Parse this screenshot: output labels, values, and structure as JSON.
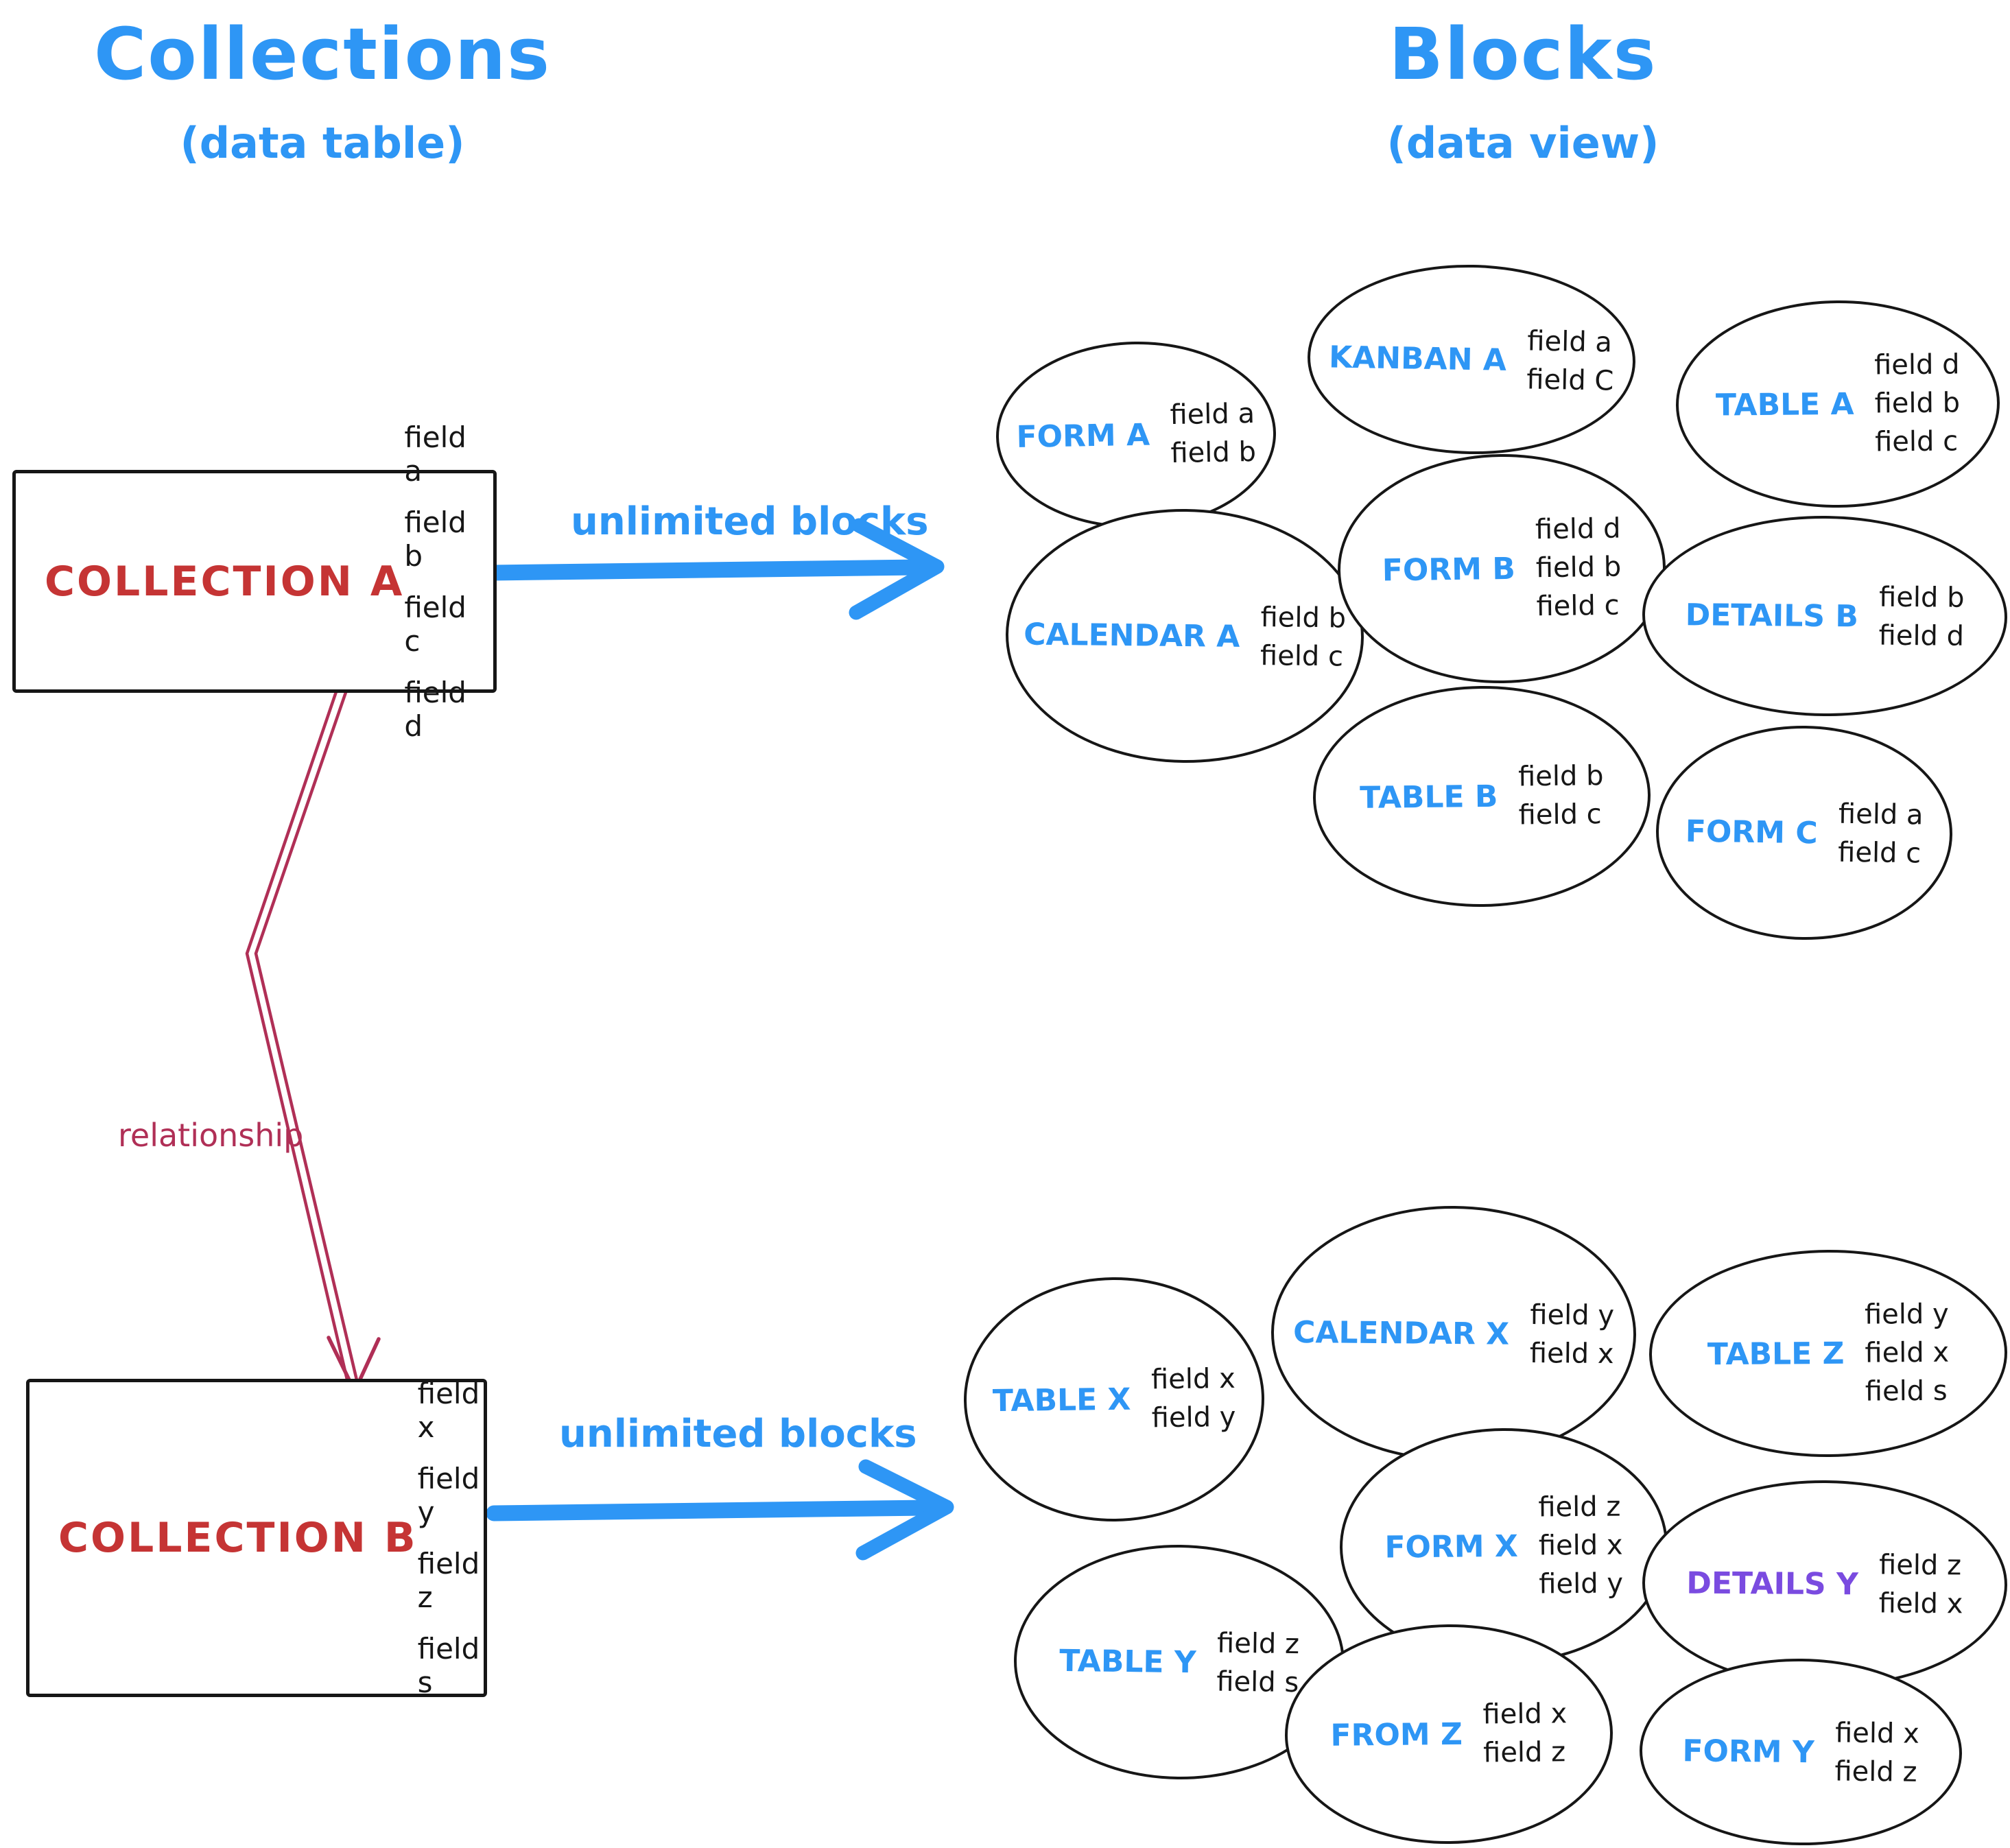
{
  "colors": {
    "blue": "#2e96f5",
    "red": "#c53434",
    "crimson": "#b02f56",
    "purple": "#7a4be0",
    "ink": "#161616"
  },
  "left_column": {
    "title": "Collections",
    "subtitle": "(data table)",
    "collection_a": {
      "name": "COLLECTION A",
      "fields": [
        "field a",
        "field b",
        "field c",
        "field d"
      ]
    },
    "collection_b": {
      "name": "COLLECTION B",
      "fields": [
        "field x",
        "field y",
        "field z",
        "field s"
      ]
    },
    "relationship_label": "relationship"
  },
  "right_column": {
    "title": "Blocks",
    "subtitle": "(data view)"
  },
  "arrows": {
    "top_label": "unlimited blocks",
    "bottom_label": "unlimited blocks"
  },
  "blocks": {
    "top": [
      {
        "label": "FORM A",
        "fields": [
          "field a",
          "field b"
        ]
      },
      {
        "label": "KANBAN A",
        "fields": [
          "field a",
          "field C"
        ]
      },
      {
        "label": "TABLE A",
        "fields": [
          "field d",
          "field b",
          "field c"
        ]
      },
      {
        "label": "CALENDAR A",
        "fields": [
          "field b",
          "field c"
        ]
      },
      {
        "label": "FORM B",
        "fields": [
          "field d",
          "field b",
          "field c"
        ]
      },
      {
        "label": "DETAILS B",
        "fields": [
          "field b",
          "field d"
        ]
      },
      {
        "label": "TABLE B",
        "fields": [
          "field b",
          "field c"
        ]
      },
      {
        "label": "FORM C",
        "fields": [
          "field a",
          "field c"
        ]
      }
    ],
    "bottom": [
      {
        "label": "TABLE X",
        "fields": [
          "field x",
          "field y"
        ]
      },
      {
        "label": "CALENDAR X",
        "fields": [
          "field y",
          "field x"
        ]
      },
      {
        "label": "TABLE Z",
        "fields": [
          "field y",
          "field x",
          "field s"
        ]
      },
      {
        "label": "TABLE Y",
        "fields": [
          "field z",
          "field s"
        ]
      },
      {
        "label": "FORM X",
        "fields": [
          "field z",
          "field x",
          "field y"
        ]
      },
      {
        "label": "DETAILS Y",
        "fields": [
          "field z",
          "field x"
        ]
      },
      {
        "label": "FROM Z",
        "fields": [
          "field x",
          "field z"
        ]
      },
      {
        "label": "FORM Y",
        "fields": [
          "field x",
          "field z"
        ]
      }
    ]
  }
}
